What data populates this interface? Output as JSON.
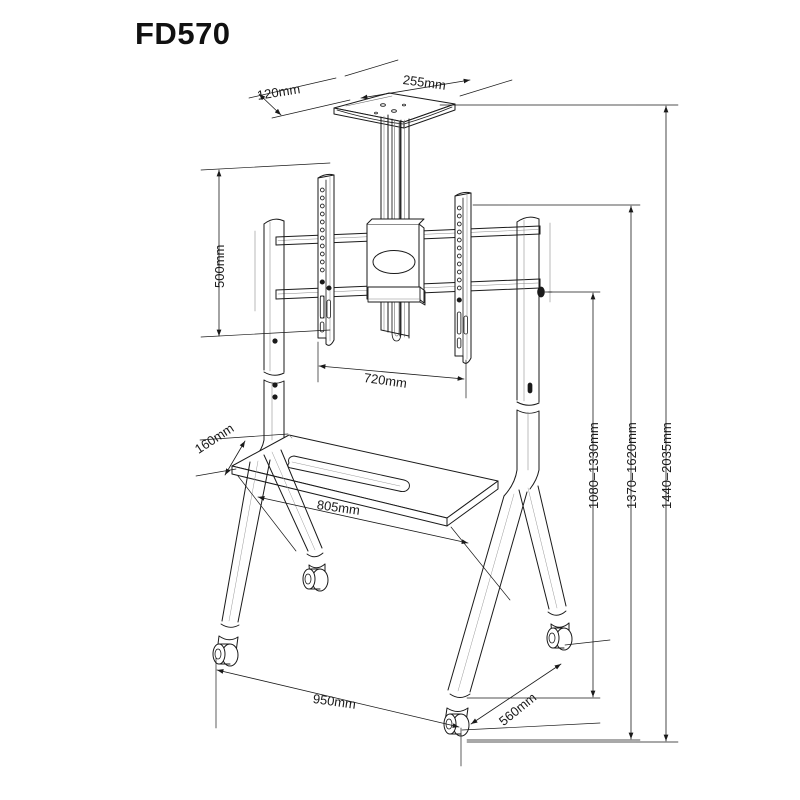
{
  "document": {
    "title": "FD570",
    "type": "technical-dimension-drawing",
    "subject": "mobile TV cart / display trolley stand",
    "background_color": "#ffffff",
    "line_color": "#1a1a1a"
  },
  "dimensions": {
    "top_plate_depth": "120mm",
    "top_plate_width": "255mm",
    "bracket_height": "500mm",
    "bracket_width": "720mm",
    "shelf_depth": "160mm",
    "shelf_width": "805mm",
    "base_width": "950mm",
    "base_depth": "560mm",
    "shelf_height_range": "1080-1330mm",
    "mount_height_range": "1370-1620mm",
    "overall_height_range": "1440-2035mm"
  },
  "labels": [
    {
      "id": "top-plate-depth",
      "text": "120mm",
      "orientation": "horizontal"
    },
    {
      "id": "top-plate-width",
      "text": "255mm",
      "orientation": "horizontal"
    },
    {
      "id": "bracket-height",
      "text": "500mm",
      "orientation": "vertical"
    },
    {
      "id": "bracket-width",
      "text": "720mm",
      "orientation": "horizontal"
    },
    {
      "id": "shelf-depth",
      "text": "160mm",
      "orientation": "diagonal"
    },
    {
      "id": "shelf-width",
      "text": "805mm",
      "orientation": "horizontal"
    },
    {
      "id": "base-width",
      "text": "950mm",
      "orientation": "horizontal"
    },
    {
      "id": "base-depth",
      "text": "560mm",
      "orientation": "diagonal"
    },
    {
      "id": "shelf-height",
      "text": "1080–1330mm",
      "orientation": "vertical"
    },
    {
      "id": "mount-height",
      "text": "1370–1620mm",
      "orientation": "vertical"
    },
    {
      "id": "overall-height",
      "text": "1440–2035mm",
      "orientation": "vertical"
    }
  ],
  "parts": [
    {
      "id": "top-camera-plate",
      "name": "top camera shelf plate"
    },
    {
      "id": "center-column",
      "name": "vertical center column with slot track"
    },
    {
      "id": "vesa-bracket",
      "name": "VESA display mounting bracket"
    },
    {
      "id": "left-mount-rail",
      "name": "left vertical mounting rail"
    },
    {
      "id": "right-mount-rail",
      "name": "right vertical mounting rail"
    },
    {
      "id": "center-mount-box",
      "name": "center mount housing"
    },
    {
      "id": "left-upright",
      "name": "left telescoping upright post"
    },
    {
      "id": "right-upright",
      "name": "right telescoping upright post"
    },
    {
      "id": "equipment-shelf",
      "name": "equipment shelf with cable slot"
    },
    {
      "id": "base-legs",
      "name": "splayed base legs"
    },
    {
      "id": "casters",
      "name": "caster wheels"
    }
  ]
}
